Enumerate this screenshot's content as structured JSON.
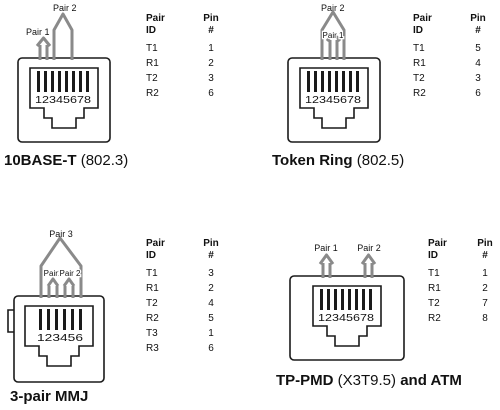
{
  "colors": {
    "line": "#1a1a1a",
    "jack": "#ffffff",
    "wire": "#8a8a8a",
    "text": "#111111"
  },
  "table_headers": {
    "pair": "Pair",
    "id": "ID",
    "pin": "Pin",
    "num": "#"
  },
  "connectors": [
    {
      "pins": "12345678",
      "pair_labels": [
        "Pair 1",
        "Pair 2"
      ],
      "rows": [
        {
          "id": "T1",
          "pin": "1"
        },
        {
          "id": "R1",
          "pin": "2"
        },
        {
          "id": "T2",
          "pin": "3"
        },
        {
          "id": "R2",
          "pin": "6"
        }
      ],
      "title_bold": "10BASE-T",
      "title_rest": "(802.3)",
      "title_after": ""
    },
    {
      "pins": "12345678",
      "pair_labels": [
        "Pair 2",
        "Pair 1"
      ],
      "rows": [
        {
          "id": "T1",
          "pin": "5"
        },
        {
          "id": "R1",
          "pin": "4"
        },
        {
          "id": "T2",
          "pin": "3"
        },
        {
          "id": "R2",
          "pin": "6"
        }
      ],
      "title_bold": "Token Ring",
      "title_rest": "(802.5)",
      "title_after": ""
    },
    {
      "pins": "123456",
      "pair_labels": [
        "Pair 3",
        "Pair1",
        "Pair 2"
      ],
      "rows": [
        {
          "id": "T1",
          "pin": "3"
        },
        {
          "id": "R1",
          "pin": "2"
        },
        {
          "id": "T2",
          "pin": "4"
        },
        {
          "id": "R2",
          "pin": "5"
        },
        {
          "id": "T3",
          "pin": "1"
        },
        {
          "id": "R3",
          "pin": "6"
        }
      ],
      "title_bold": "3-pair MMJ",
      "title_rest": "",
      "title_after": ""
    },
    {
      "pins": "12345678",
      "pair_labels": [
        "Pair 1",
        "Pair 2"
      ],
      "rows": [
        {
          "id": "T1",
          "pin": "1"
        },
        {
          "id": "R1",
          "pin": "2"
        },
        {
          "id": "T2",
          "pin": "7"
        },
        {
          "id": "R2",
          "pin": "8"
        }
      ],
      "title_bold": "TP-PMD",
      "title_rest": "(X3T9.5)",
      "title_after": "and ATM"
    }
  ]
}
